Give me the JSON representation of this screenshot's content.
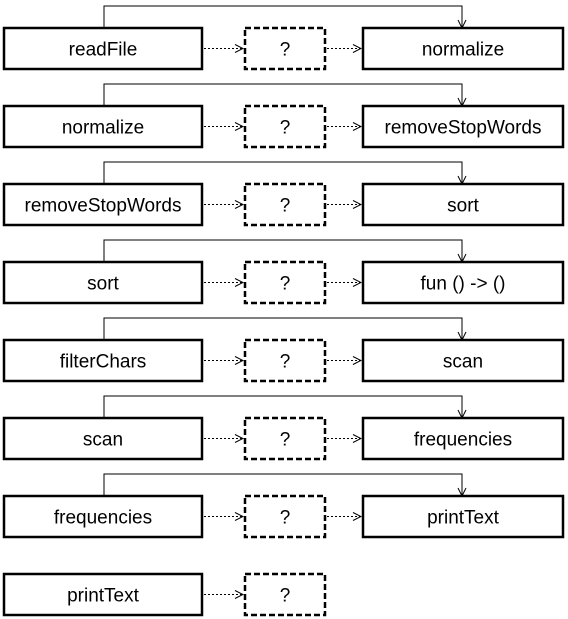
{
  "rows": [
    {
      "left": "readFile",
      "middle": "?",
      "right": "normalize"
    },
    {
      "left": "normalize",
      "middle": "?",
      "right": "removeStopWords"
    },
    {
      "left": "removeStopWords",
      "middle": "?",
      "right": "sort"
    },
    {
      "left": "sort",
      "middle": "?",
      "right": "fun () -> ()"
    },
    {
      "left": "filterChars",
      "middle": "?",
      "right": "scan"
    },
    {
      "left": "scan",
      "middle": "?",
      "right": "frequencies"
    },
    {
      "left": "frequencies",
      "middle": "?",
      "right": "printText"
    },
    {
      "left": "printText",
      "middle": "?",
      "right": null
    }
  ],
  "colors": {
    "stroke": "#000000",
    "background": "#ffffff"
  }
}
